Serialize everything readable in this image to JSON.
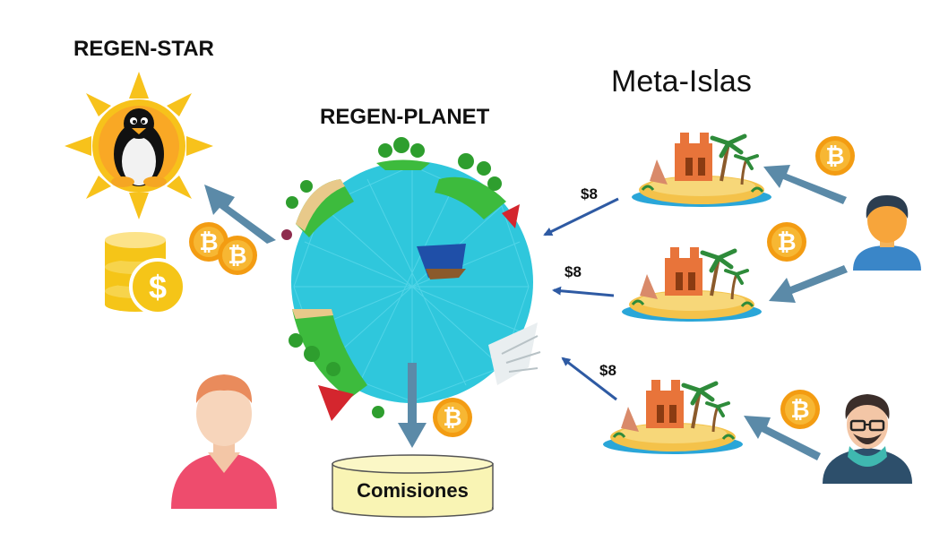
{
  "labels": {
    "star_title": "REGEN-STAR",
    "planet_title": "REGEN-PLANET",
    "islands_title": "Meta-Islas",
    "commissions": "Comisiones"
  },
  "prices": [
    "$8",
    "$8",
    "$8"
  ],
  "icons": {
    "sun": "sun-icon",
    "tux": "penguin-icon",
    "coins": "coin-stack-icon",
    "dollar": "dollar-coin-icon",
    "bitcoin": "bitcoin-icon",
    "planet": "lowpoly-planet-icon",
    "island": "tropical-island-icon",
    "user": "user-avatar-icon",
    "database": "database-cylinder-icon"
  },
  "colors": {
    "sun": "#f7c21b",
    "bitcoin": "#f39c12",
    "planet": "#2fc7dc",
    "arrow_flow": "#5b8aa8",
    "arrow_price": "#2e5aa3",
    "commissions_box": "#f9f4b4"
  }
}
